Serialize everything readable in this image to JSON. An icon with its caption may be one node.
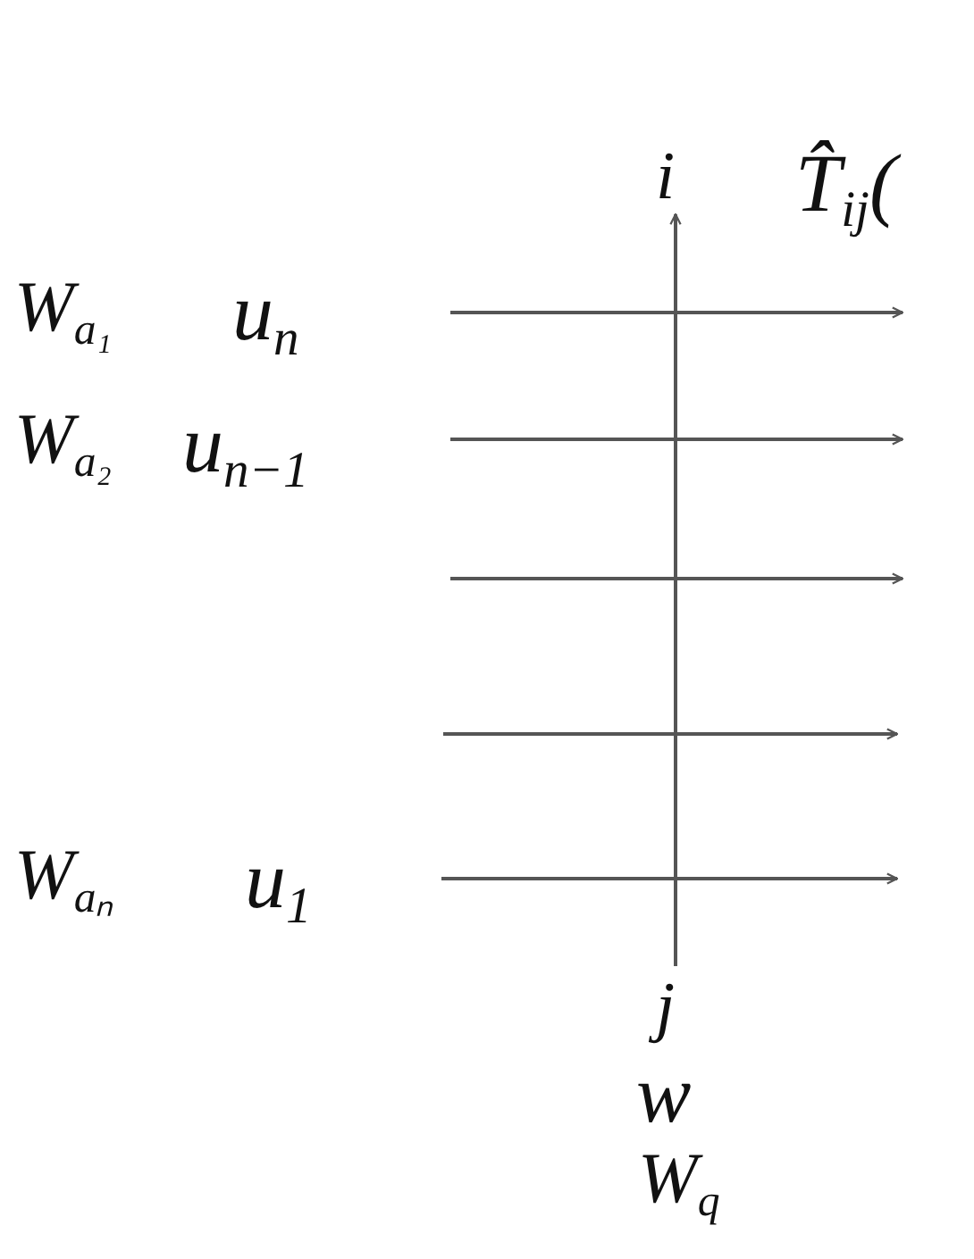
{
  "diagram": {
    "nodes": [
      {
        "text": [
          "i"
        ]
      },
      {
        "text": [
          "j"
        ]
      }
    ],
    "edges": [
      {
        "from": 1,
        "to": 0,
        "arrow": "to"
      }
    ],
    "labels": [
      "T̂$_{ij}$(",
      "W$_{a₁}$",
      "u$_{n}$",
      "W$_{a₂}$",
      "u$_{n−1}$",
      "W$_{aₙ}$",
      "u$_{1}$",
      "w",
      "W$_{q}$"
    ]
  }
}
